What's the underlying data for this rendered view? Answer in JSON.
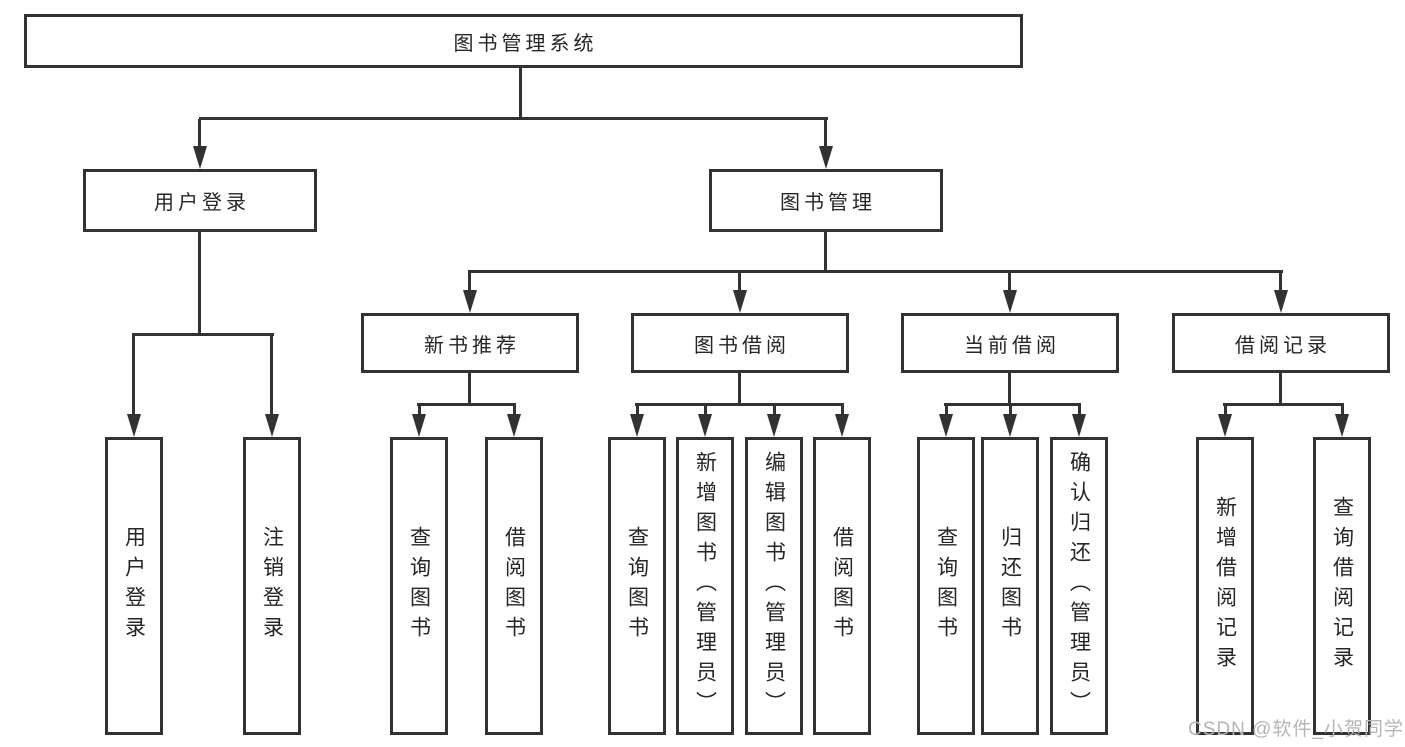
{
  "tree": {
    "root": "图书管理系统",
    "branches": [
      {
        "label": "用户登录",
        "children": [
          "用户登录",
          "注销登录"
        ]
      },
      {
        "label": "图书管理",
        "groups": [
          {
            "label": "新书推荐",
            "children": [
              "查询图书",
              "借阅图书"
            ]
          },
          {
            "label": "图书借阅",
            "children": [
              "查询图书",
              "新增图书（管理员）",
              "编辑图书（管理员）",
              "借阅图书"
            ]
          },
          {
            "label": "当前借阅",
            "children": [
              "查询图书",
              "归还图书",
              "确认归还（管理员）"
            ]
          },
          {
            "label": "借阅记录",
            "children": [
              "新增借阅记录",
              "查询借阅记录"
            ]
          }
        ]
      }
    ]
  },
  "watermark": {
    "text": "CSDN @软件_小贺同学"
  },
  "colors": {
    "line": "#323232",
    "box_border": "#323232",
    "text": "#262626",
    "watermark": "#b5b5b5",
    "background": "#ffffff"
  }
}
